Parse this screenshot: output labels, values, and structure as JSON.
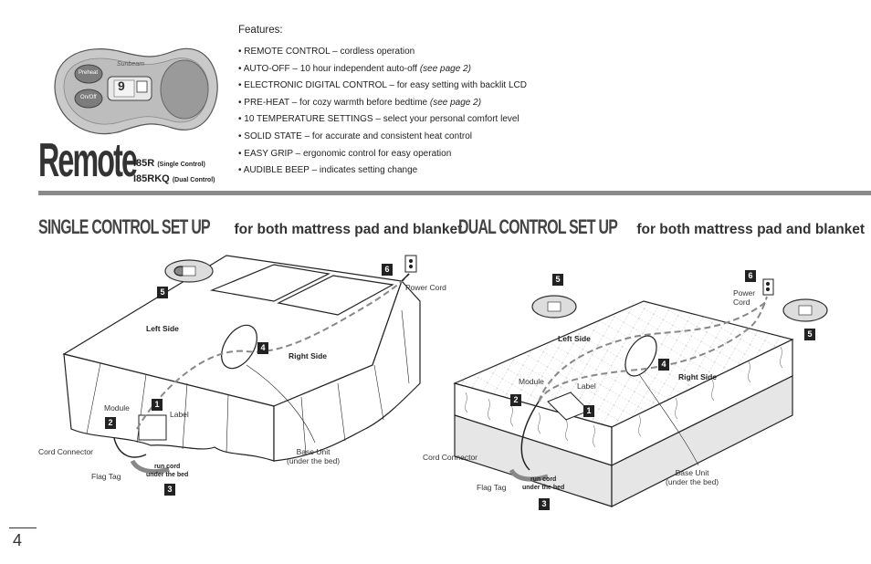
{
  "header": {
    "title": "Remote",
    "model_single": "I85R",
    "model_single_note": "(Single Control)",
    "model_dual": "I85RKQ",
    "model_dual_note": "(Dual Control)",
    "remote_buttons": {
      "preheat": "Preheat",
      "onoff": "On/Off",
      "display": "9",
      "brand": "Sunbeam"
    }
  },
  "features": {
    "title": "Features:",
    "items": [
      {
        "text": "• REMOTE CONTROL – cordless operation",
        "note": ""
      },
      {
        "text": "• AUTO-OFF – 10 hour independent auto-off ",
        "note": "(see page 2)"
      },
      {
        "text": "• ELECTRONIC DIGITAL CONTROL – for easy setting with backlit LCD",
        "note": ""
      },
      {
        "text": "• PRE-HEAT – for cozy warmth before bedtime ",
        "note": "(see page 2)"
      },
      {
        "text": "• 10 TEMPERATURE SETTINGS – select your personal comfort level",
        "note": ""
      },
      {
        "text": "• SOLID STATE – for accurate and consistent heat control",
        "note": ""
      },
      {
        "text": "• EASY GRIP – ergonomic control for easy operation",
        "note": ""
      },
      {
        "text": "• AUDIBLE BEEP – indicates setting change",
        "note": ""
      }
    ]
  },
  "single": {
    "heading": "SINGLE CONTROL SET UP",
    "subheading": "for both mattress pad and blanket",
    "left_side": "Left Side",
    "right_side": "Right Side",
    "module": "Module",
    "label": "Label",
    "cord_connector": "Cord Connector",
    "flag_tag": "Flag Tag",
    "run_cord_1": "run cord",
    "run_cord_2": "under the bed",
    "base_unit_1": "Base Unit",
    "base_unit_2": "(under the bed)",
    "power_cord": "Power Cord",
    "n1": "1",
    "n2": "2",
    "n3": "3",
    "n4": "4",
    "n5": "5",
    "n6": "6"
  },
  "dual": {
    "heading": "DUAL CONTROL SET UP",
    "subheading": "for both mattress pad and blanket",
    "left_side": "Left Side",
    "right_side": "Right Side",
    "module": "Module",
    "label": "Label",
    "cord_connector": "Cord Connector",
    "flag_tag": "Flag Tag",
    "run_cord_1": "run cord",
    "run_cord_2": "under the bed",
    "base_unit_1": "Base Unit",
    "base_unit_2": "(under the bed)",
    "power_1": "Power",
    "power_2": "Cord",
    "n1": "1",
    "n2": "2",
    "n3": "3",
    "n4": "4",
    "n5": "5",
    "n5b": "5",
    "n6": "6"
  },
  "page_number": "4"
}
